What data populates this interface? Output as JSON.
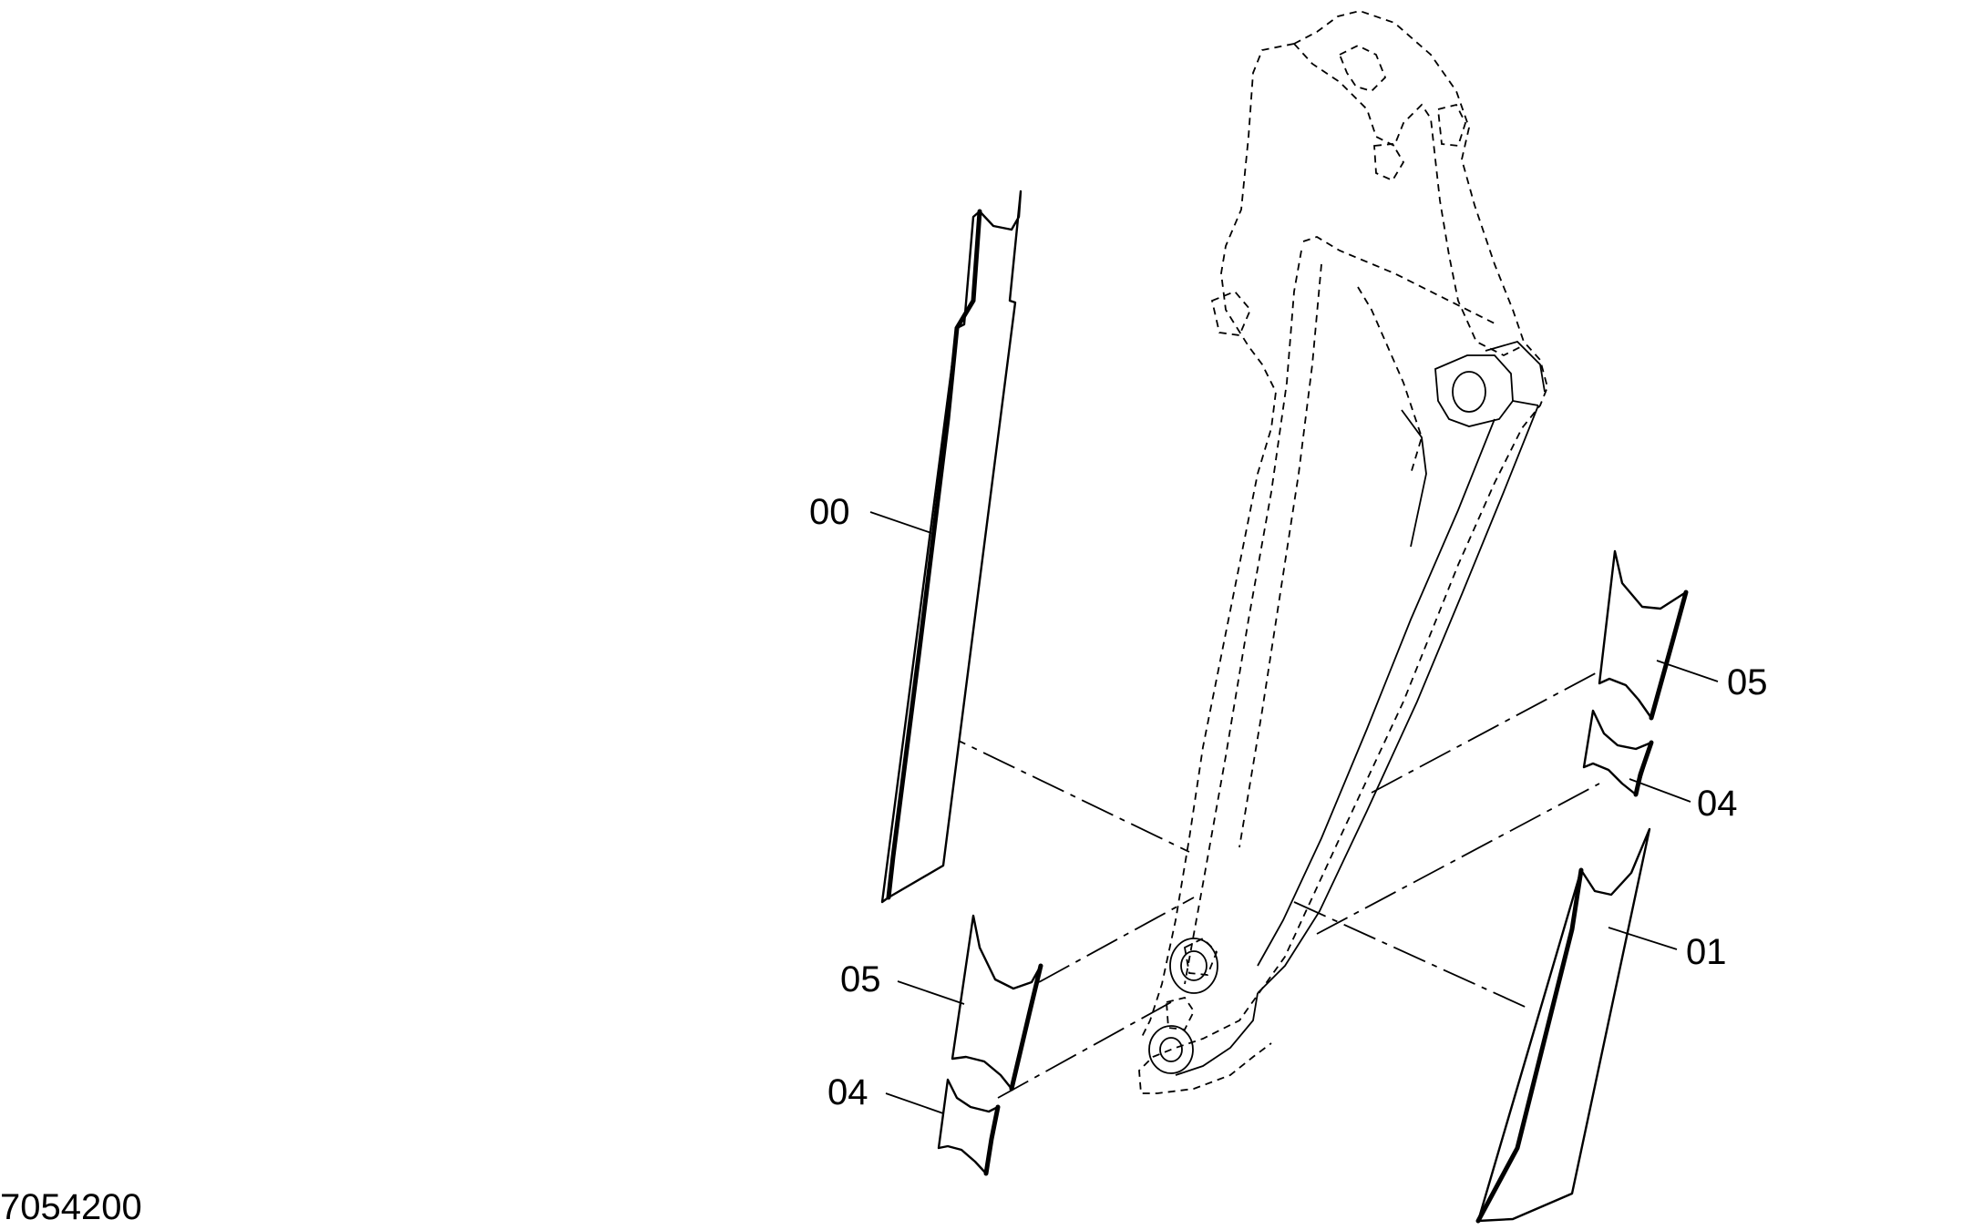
{
  "drawing_number": "7054200",
  "callouts": [
    "00",
    "01",
    "04",
    "05",
    "04",
    "05"
  ]
}
